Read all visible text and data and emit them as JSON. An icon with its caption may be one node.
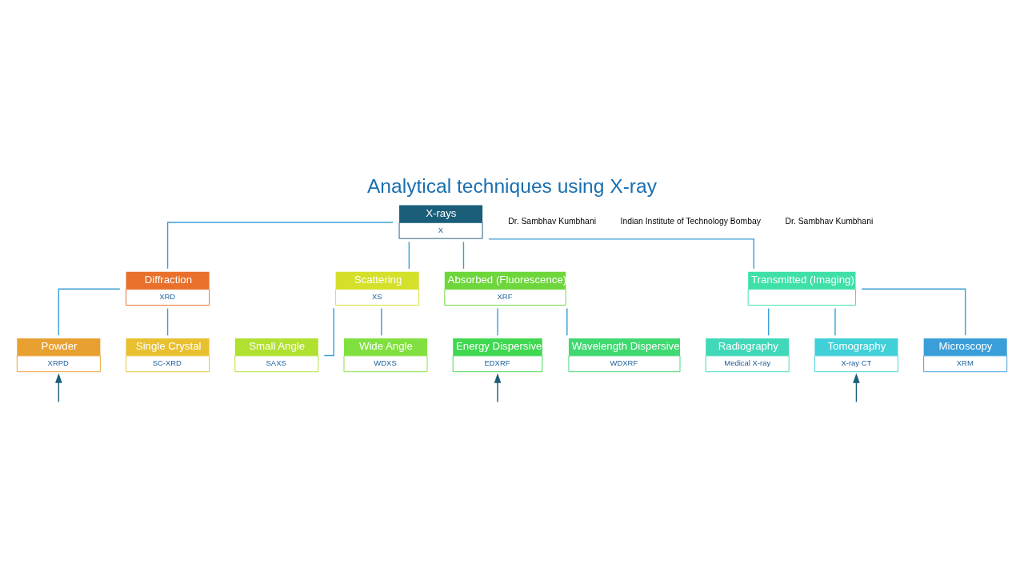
{
  "diagram": {
    "title": "Analytical techniques using X-ray",
    "nodes": [
      {
        "text": [
          "X-rays",
          "X"
        ]
      },
      {
        "text": [
          "Diffraction",
          "XRD"
        ]
      },
      {
        "text": [
          "Scattering",
          "XS"
        ]
      },
      {
        "text": [
          "Absorbed (Fluorescence)",
          "XRF"
        ]
      },
      {
        "text": [
          "Transmitted (Imaging)"
        ]
      },
      {
        "text": [
          "Powder",
          "XRPD"
        ]
      },
      {
        "text": [
          "Single Crystal",
          "SC-XRD"
        ]
      },
      {
        "text": [
          "Small Angle",
          "SAXS"
        ]
      },
      {
        "text": [
          "Wide Angle",
          "WDXS"
        ]
      },
      {
        "text": [
          "Energy Dispersive",
          "EDXRF"
        ]
      },
      {
        "text": [
          "Wavelength Dispersive",
          "WDXRF"
        ]
      },
      {
        "text": [
          "Radiography",
          "Medical X-ray"
        ]
      },
      {
        "text": [
          "Tomography",
          "X-ray CT"
        ]
      },
      {
        "text": [
          "Microscopy",
          "XRM"
        ]
      }
    ],
    "edges": [
      {
        "from": 0,
        "to": 1,
        "arrow": "none"
      },
      {
        "from": 0,
        "to": 2,
        "arrow": "none"
      },
      {
        "from": 0,
        "to": 3,
        "arrow": "none"
      },
      {
        "from": 0,
        "to": 4,
        "arrow": "none"
      },
      {
        "from": 1,
        "to": 5,
        "arrow": "none"
      },
      {
        "from": 1,
        "to": 6,
        "arrow": "none"
      },
      {
        "from": 2,
        "to": 7,
        "arrow": "none"
      },
      {
        "from": 2,
        "to": 8,
        "arrow": "none"
      },
      {
        "from": 3,
        "to": 9,
        "arrow": "none"
      },
      {
        "from": 3,
        "to": 10,
        "arrow": "none"
      },
      {
        "from": 4,
        "to": 11,
        "arrow": "none"
      },
      {
        "from": 4,
        "to": 12,
        "arrow": "none"
      },
      {
        "from": 4,
        "to": 13,
        "arrow": "none"
      },
      {
        "from": null,
        "to": 5,
        "arrow": "to",
        "color": "#1a5e7a"
      },
      {
        "from": null,
        "to": 9,
        "arrow": "to",
        "color": "#1a5e7a"
      },
      {
        "from": null,
        "to": 12,
        "arrow": "to",
        "color": "#1a5e7a"
      }
    ],
    "labels": [
      "Dr. Sambhav Kumbhani",
      "Indian Institute of Technology Bombay",
      "Dr. Sambhav Kumbhani"
    ]
  }
}
